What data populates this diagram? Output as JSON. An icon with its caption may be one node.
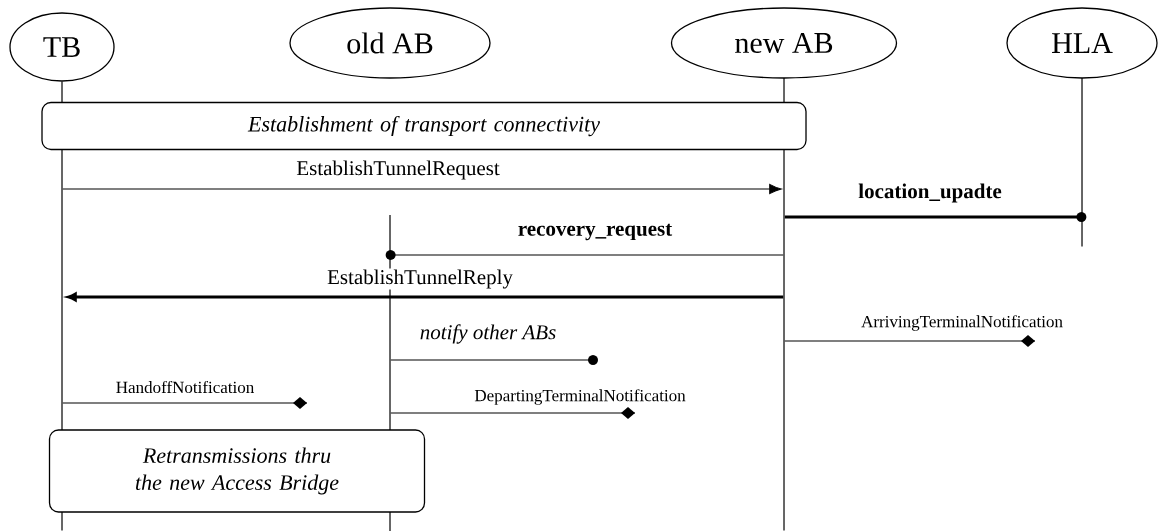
{
  "diagram": {
    "nodes": [
      {
        "text": [
          "TB"
        ]
      },
      {
        "text": [
          "old AB"
        ]
      },
      {
        "text": [
          "new AB"
        ]
      },
      {
        "text": [
          "HLA"
        ]
      },
      {
        "text": [
          "Establishment of transport connectivity"
        ]
      },
      {
        "text": [
          "Retransmissions thru the new Access Bridge"
        ]
      },
      {
        "text": [],
        "shape": "line"
      },
      {
        "text": [],
        "shape": "line"
      },
      {
        "text": [],
        "shape": "line"
      },
      {
        "text": [],
        "shape": "line"
      }
    ],
    "edges": [
      {
        "from": 6,
        "to": 8,
        "arrow": "to",
        "label": "EstablishTunnelRequest"
      },
      {
        "from": 8,
        "to": 9,
        "arrow": "other",
        "label": "location_upadte",
        "style": "thick"
      },
      {
        "from": 8,
        "to": 7,
        "arrow": "other",
        "label": "recovery_request"
      },
      {
        "from": 8,
        "to": 6,
        "arrow": "to",
        "label": "EstablishTunnelReply",
        "style": "thick"
      },
      {
        "from": 7,
        "to": null,
        "arrow": "other",
        "label": "notify other ABs"
      },
      {
        "from": 8,
        "to": null,
        "arrow": "other",
        "label": "ArrivingTerminalNotification"
      },
      {
        "from": 6,
        "to": null,
        "arrow": "other",
        "label": "HandoffNotification"
      },
      {
        "from": 7,
        "to": null,
        "arrow": "other",
        "label": "DepartingTerminalNotification"
      }
    ]
  }
}
